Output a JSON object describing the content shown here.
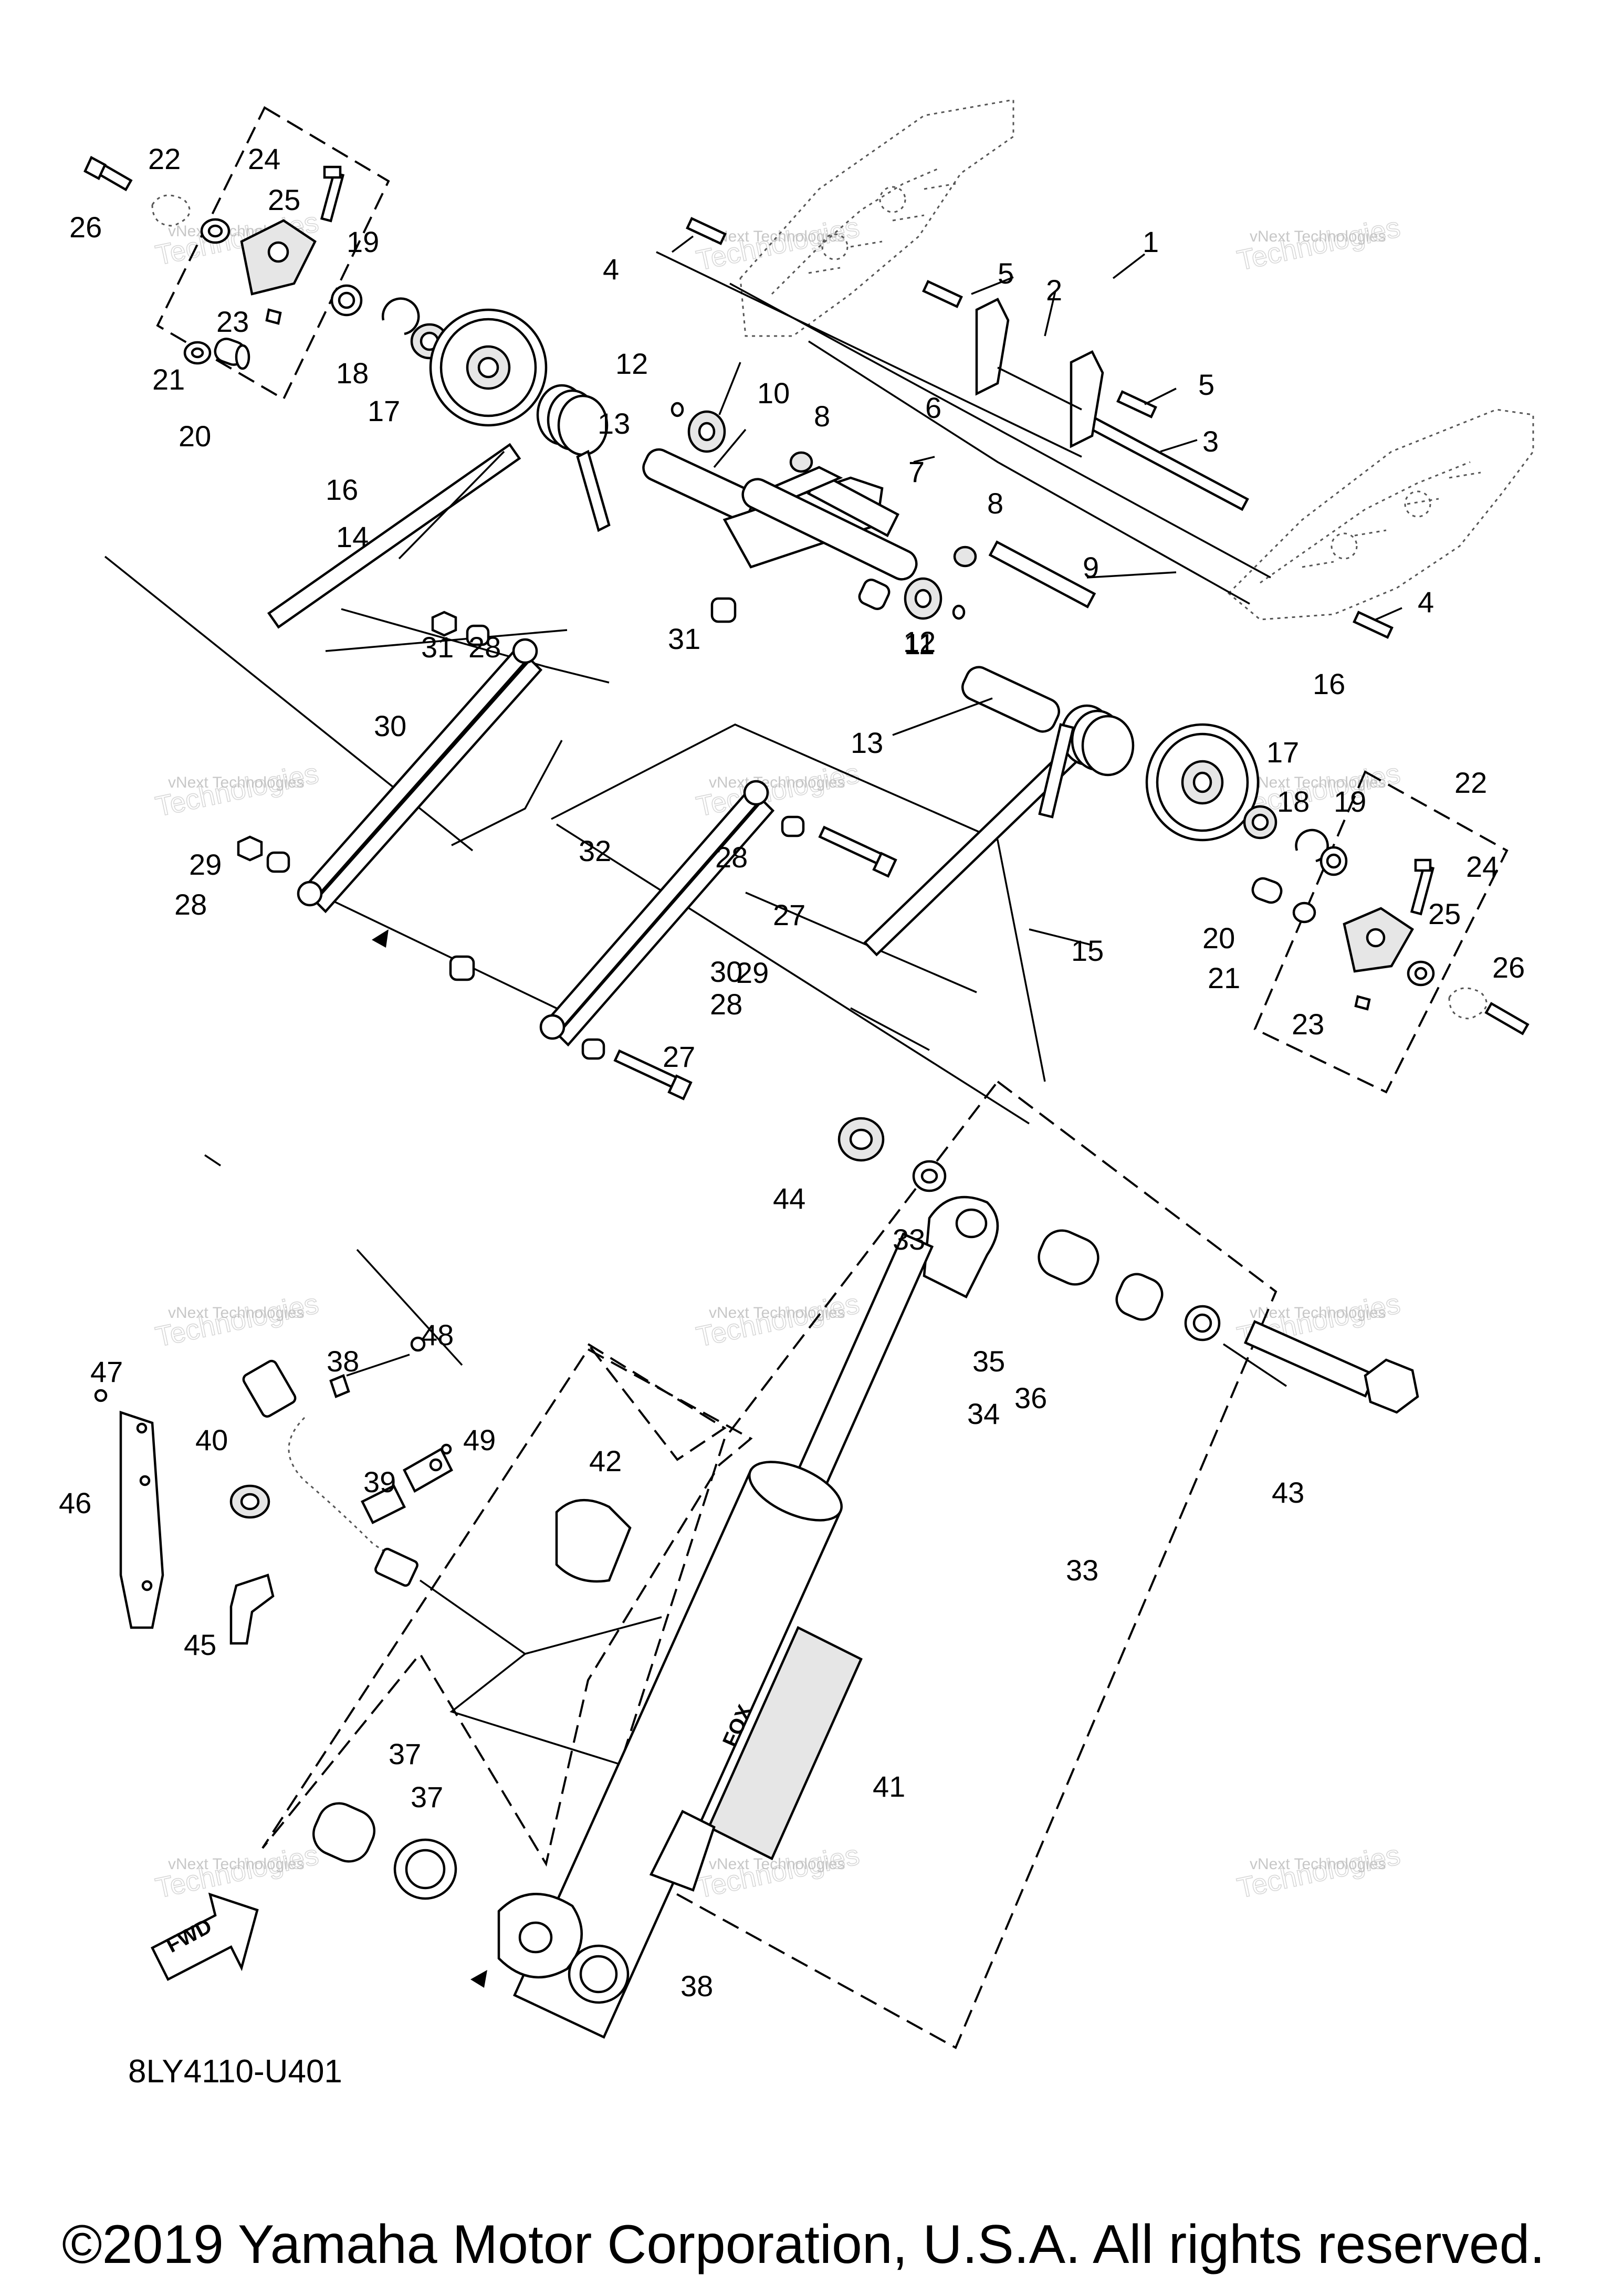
{
  "diagram": {
    "drawing_code": "8LY4110-U401",
    "copyright": "©2019 Yamaha Motor Corporation, U.S.A. All rights reserved.",
    "fwd_label": "FWD",
    "watermark": {
      "line1": "vNext Technologies",
      "line2": "Technologies"
    },
    "callouts": [
      {
        "n": "1"
      },
      {
        "n": "2"
      },
      {
        "n": "3"
      },
      {
        "n": "4"
      },
      {
        "n": "4"
      },
      {
        "n": "5"
      },
      {
        "n": "5"
      },
      {
        "n": "6"
      },
      {
        "n": "7"
      },
      {
        "n": "8"
      },
      {
        "n": "8"
      },
      {
        "n": "9"
      },
      {
        "n": "10"
      },
      {
        "n": "11"
      },
      {
        "n": "12"
      },
      {
        "n": "12"
      },
      {
        "n": "13"
      },
      {
        "n": "13"
      },
      {
        "n": "14"
      },
      {
        "n": "15"
      },
      {
        "n": "16"
      },
      {
        "n": "16"
      },
      {
        "n": "17"
      },
      {
        "n": "17"
      },
      {
        "n": "18"
      },
      {
        "n": "18"
      },
      {
        "n": "19"
      },
      {
        "n": "19"
      },
      {
        "n": "20"
      },
      {
        "n": "20"
      },
      {
        "n": "21"
      },
      {
        "n": "21"
      },
      {
        "n": "22"
      },
      {
        "n": "22"
      },
      {
        "n": "23"
      },
      {
        "n": "23"
      },
      {
        "n": "24"
      },
      {
        "n": "24"
      },
      {
        "n": "25"
      },
      {
        "n": "25"
      },
      {
        "n": "26"
      },
      {
        "n": "26"
      },
      {
        "n": "27"
      },
      {
        "n": "27"
      },
      {
        "n": "28"
      },
      {
        "n": "28"
      },
      {
        "n": "28"
      },
      {
        "n": "28"
      },
      {
        "n": "29"
      },
      {
        "n": "29"
      },
      {
        "n": "30"
      },
      {
        "n": "30"
      },
      {
        "n": "31"
      },
      {
        "n": "31"
      },
      {
        "n": "32"
      },
      {
        "n": "33"
      },
      {
        "n": "33"
      },
      {
        "n": "34"
      },
      {
        "n": "35"
      },
      {
        "n": "36"
      },
      {
        "n": "37"
      },
      {
        "n": "37"
      },
      {
        "n": "38"
      },
      {
        "n": "38"
      },
      {
        "n": "39"
      },
      {
        "n": "40"
      },
      {
        "n": "41"
      },
      {
        "n": "42"
      },
      {
        "n": "43"
      },
      {
        "n": "44"
      },
      {
        "n": "45"
      },
      {
        "n": "46"
      },
      {
        "n": "47"
      },
      {
        "n": "48"
      },
      {
        "n": "49"
      }
    ]
  }
}
